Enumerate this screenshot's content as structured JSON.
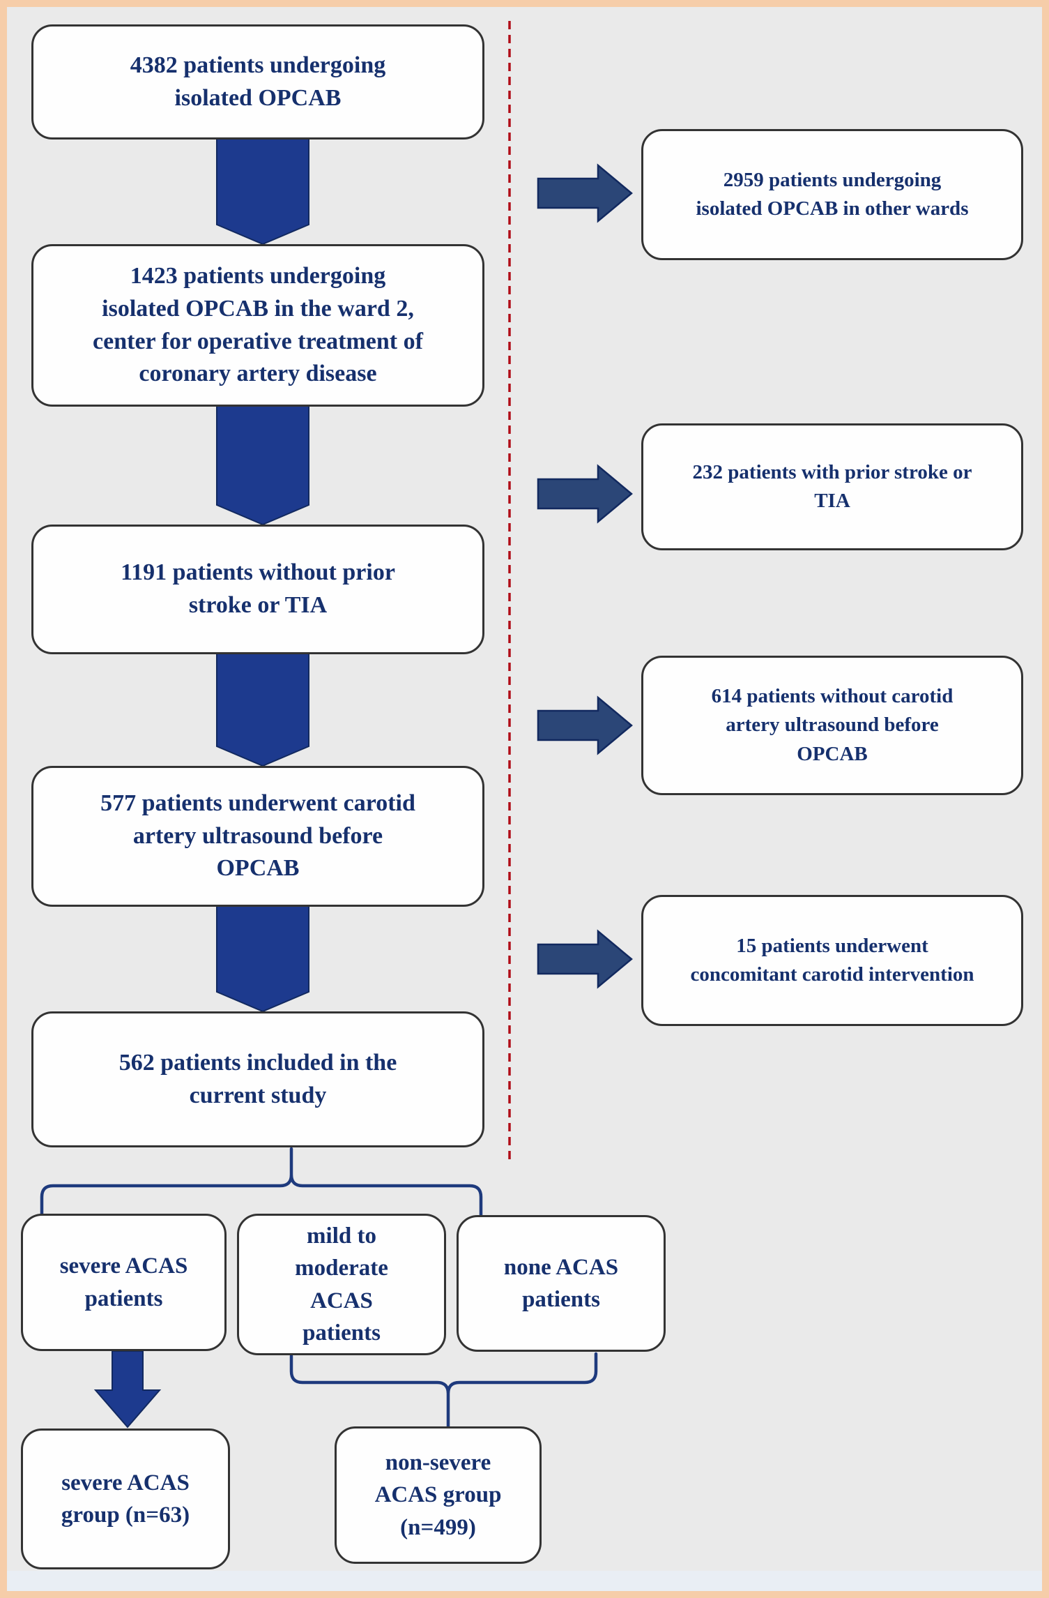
{
  "figure": {
    "type": "patient-flow-diagram",
    "boxes": {
      "b4382": "4382 patients undergoing\nisolated OPCAB",
      "b2959": "2959 patients undergoing\nisolated OPCAB in other wards",
      "b1423": "1423 patients undergoing\nisolated OPCAB in the ward 2,\ncenter for operative treatment of\ncoronary artery disease",
      "b232": "232 patients with prior stroke or\nTIA",
      "b1191": "1191 patients without prior\nstroke or TIA",
      "b614": "614 patients without carotid\nartery ultrasound before\nOPCAB",
      "b577": "577 patients underwent carotid\nartery ultrasound before\nOPCAB",
      "b15": "15 patients underwent\nconcomitant carotid intervention",
      "b562": "562 patients included in the\ncurrent study",
      "severe_patients": "severe ACAS\npatients",
      "mild_moderate_patients": "mild to\nmoderate\nACAS\npatients",
      "none_patients": "none ACAS\npatients",
      "severe_group": "severe ACAS\ngroup (n=63)",
      "non_severe_group": "non-severe\nACAS group\n(n=499)"
    },
    "colors": {
      "box_text": "#16306d",
      "arrow_navy": "#1d3a8e",
      "arrow_navy_dark": "#12295f",
      "block_arrow": "#2b4677",
      "connector": "#1e3a7d",
      "dashed_divider": "#b00d18",
      "frame_border": "#f6cda9",
      "canvas_bg": "#eaeaea",
      "box_bg": "#fefefe",
      "box_border": "#333333",
      "footer_strip": "#e9eef4"
    }
  }
}
